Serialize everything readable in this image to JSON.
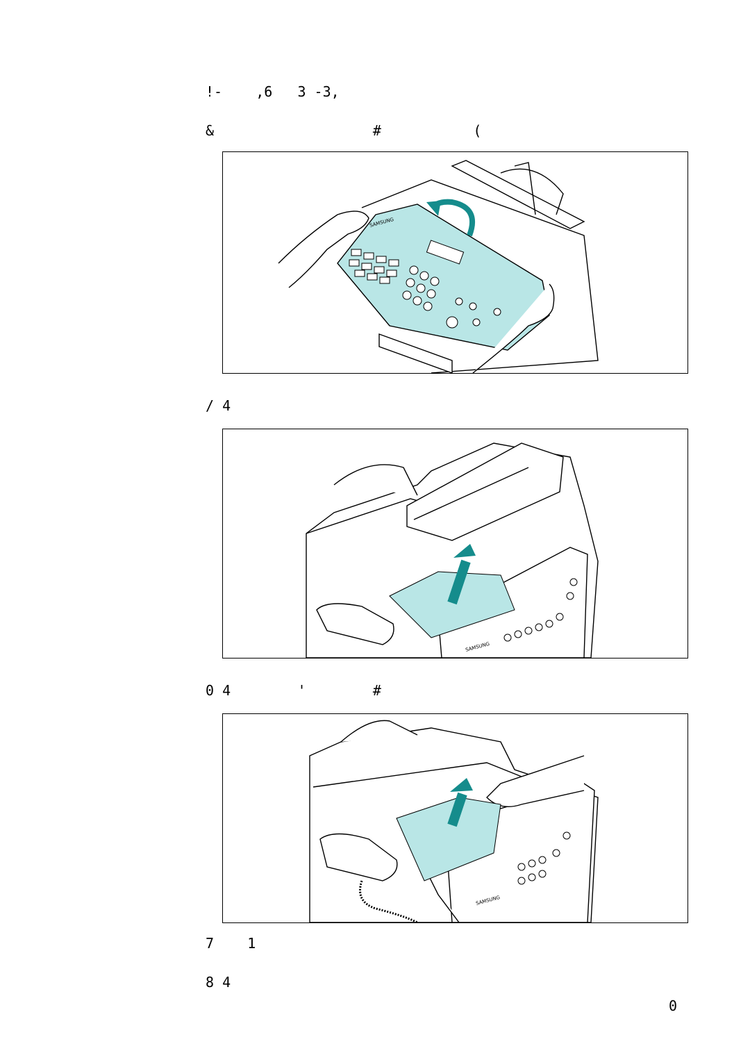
{
  "document": {
    "heading": "!-    ,6   3 -3,",
    "step1": "&                   #           (",
    "step2": "/ 4",
    "step3": "0 4        '        #",
    "step4": "7    1",
    "step5": "8 4",
    "page_number": "0"
  },
  "figures": [
    {
      "brand": "SAMSUNG"
    },
    {
      "brand": "SAMSUNG"
    },
    {
      "brand": "SAMSUNG"
    }
  ],
  "colors": {
    "accent": "#b9e6e6",
    "arrow": "#158c8c",
    "line": "#000000"
  }
}
